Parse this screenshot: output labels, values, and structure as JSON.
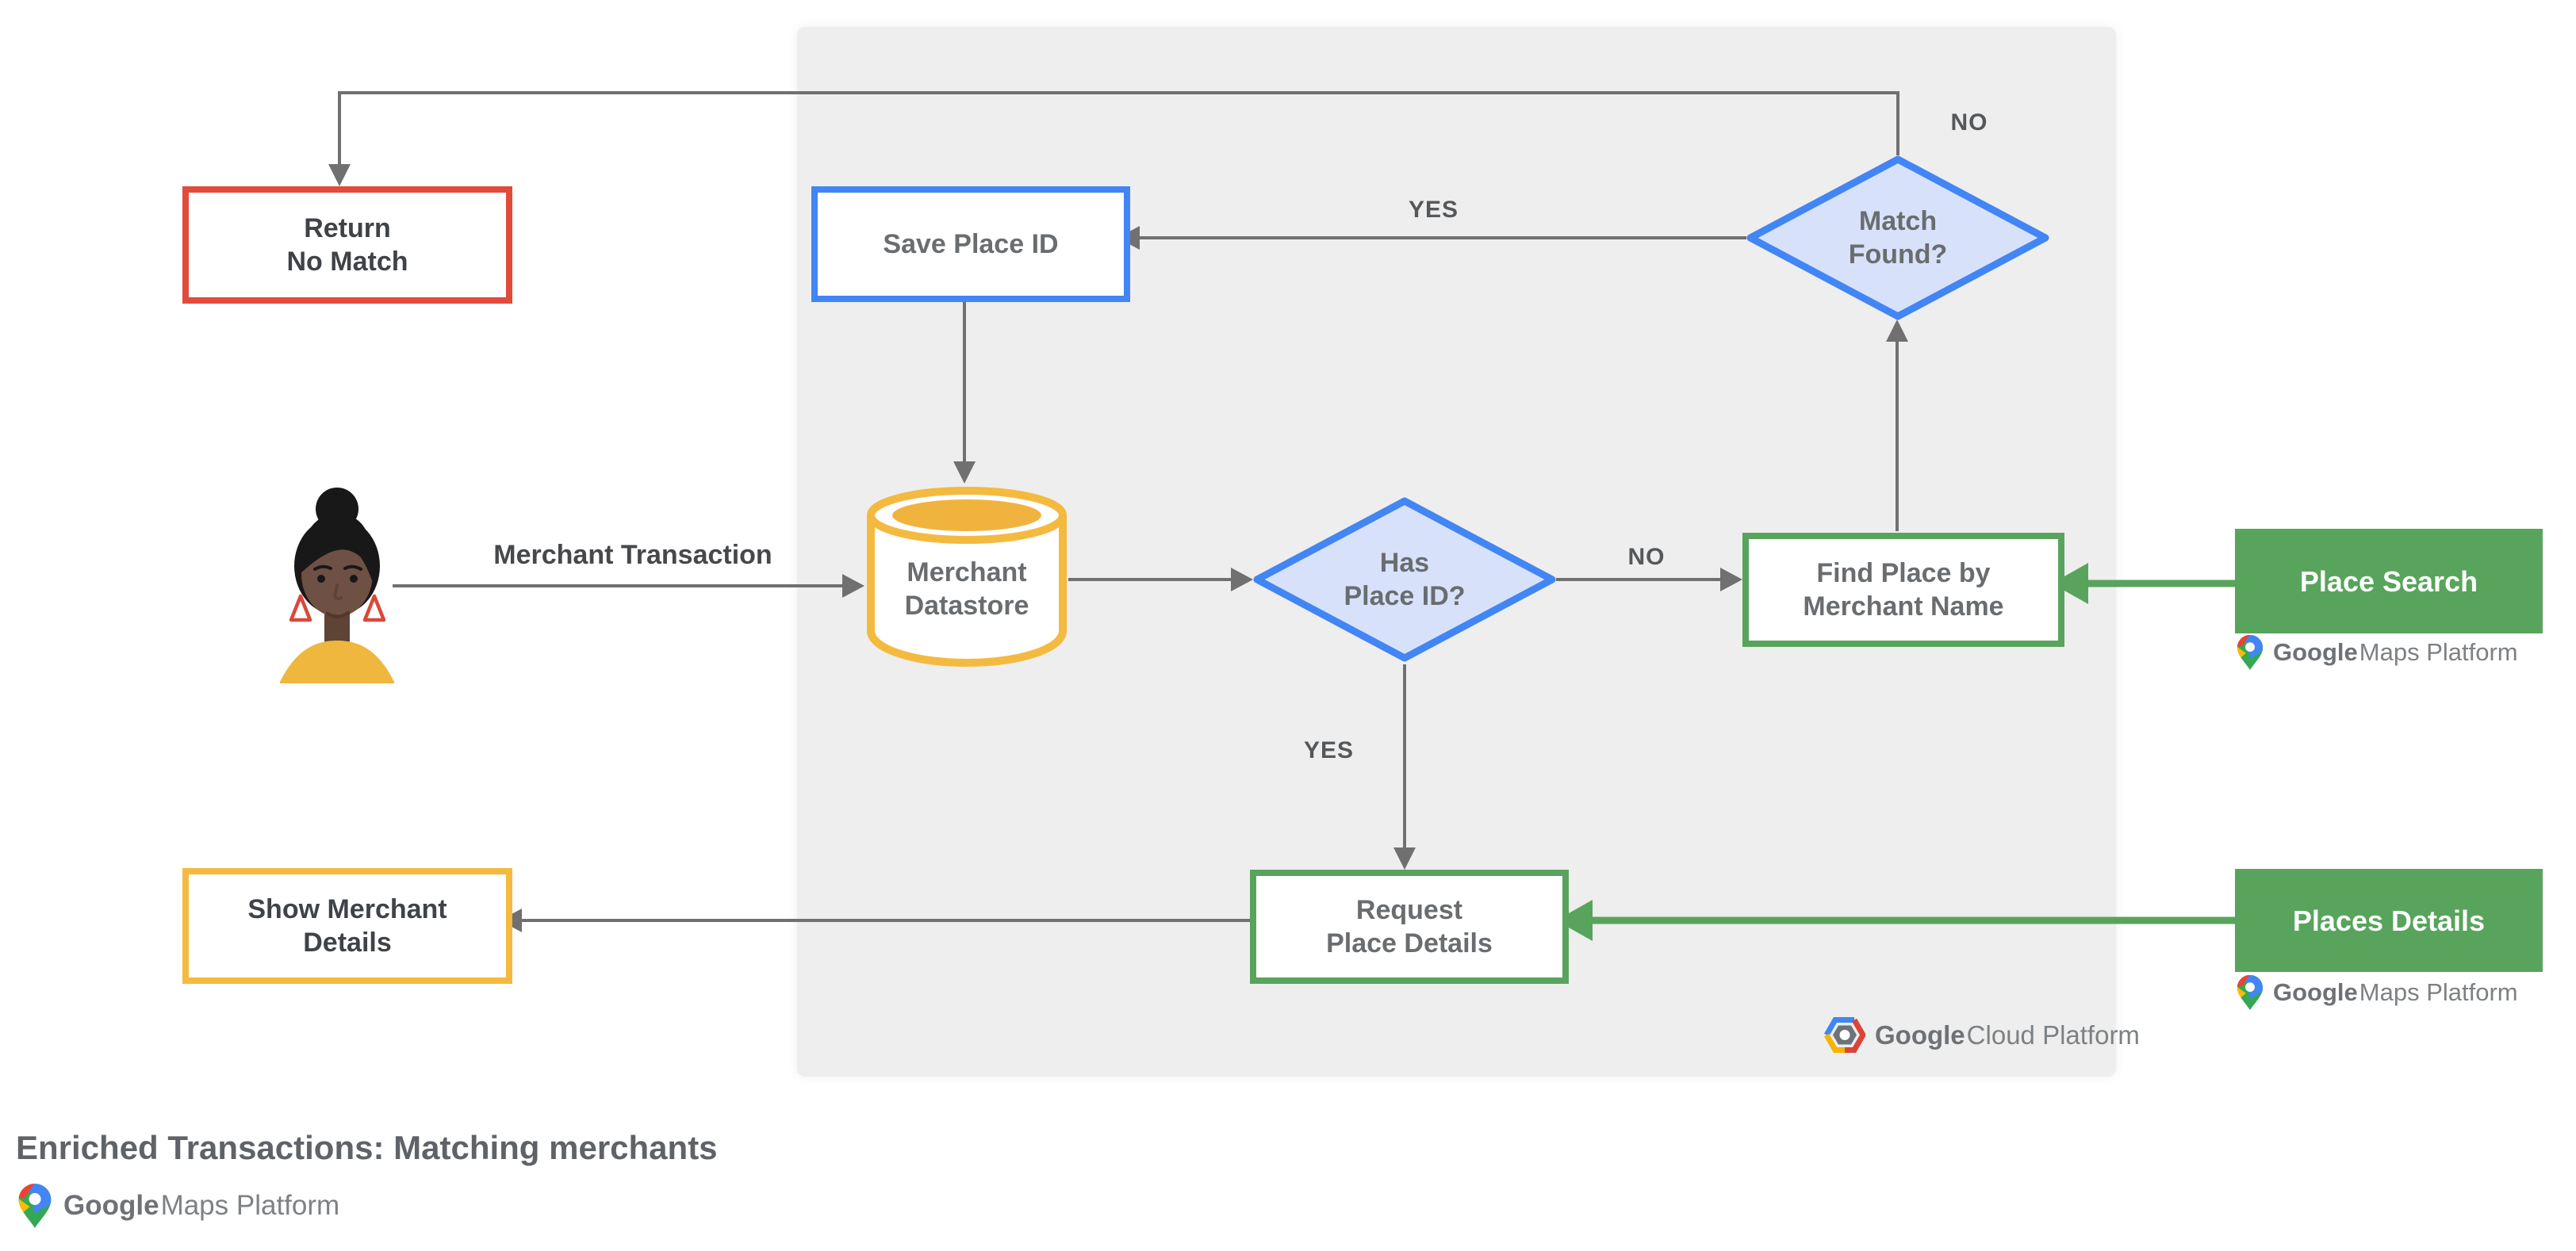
{
  "diagram": {
    "title": "Enriched Transactions: Matching merchants",
    "nodes": {
      "return_no_match": {
        "label": "Return\nNo Match"
      },
      "save_place_id": {
        "label": "Save Place ID"
      },
      "match_found": {
        "label": "Match\nFound?"
      },
      "merchant_datastore": {
        "label": "Merchant\nDatastore"
      },
      "has_place_id": {
        "label": "Has\nPlace ID?"
      },
      "find_place": {
        "label": "Find Place by\nMerchant Name"
      },
      "request_place_details": {
        "label": "Request\nPlace Details"
      },
      "show_merchant_details": {
        "label": "Show Merchant\nDetails"
      },
      "place_search": {
        "label": "Place Search"
      },
      "places_details": {
        "label": "Places Details"
      }
    },
    "edge_labels": {
      "merchant_transaction": "Merchant Transaction",
      "match_no": "NO",
      "match_yes": "YES",
      "has_no": "NO",
      "has_yes": "YES"
    },
    "brand": {
      "google": "Google",
      "maps_product": "Maps Platform",
      "cloud_product": "Cloud Platform"
    },
    "colors": {
      "blue_border": "#4285F4",
      "blue_fill": "#D7E2FA",
      "red_border": "#E04B3B",
      "yellow_border": "#F4BA3F",
      "green": "#58A45C",
      "arrow_gray": "#707070",
      "panel_background": "#EEEEEE",
      "node_text_gray": "#6A6D70",
      "dark_text": "#3F4347"
    }
  }
}
